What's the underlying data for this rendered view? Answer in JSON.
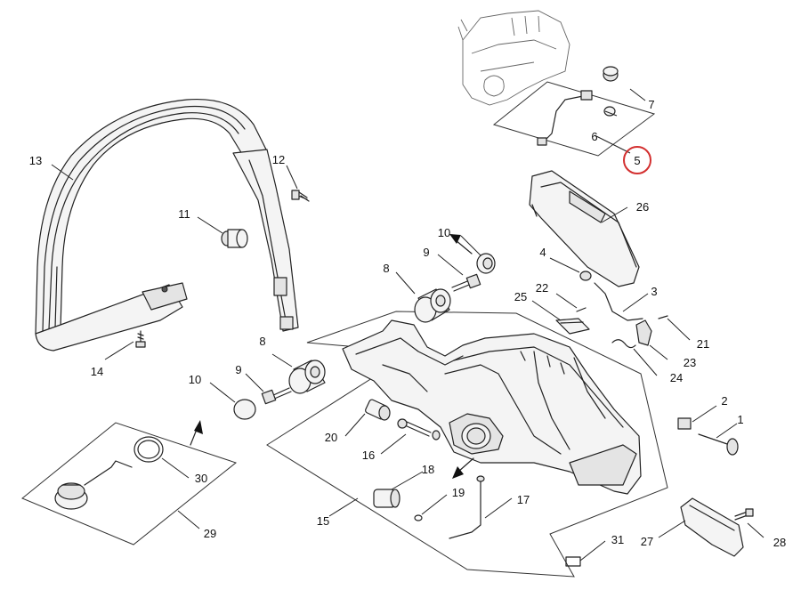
{
  "callouts": [
    {
      "id": "c1",
      "label": "1"
    },
    {
      "id": "c2",
      "label": "2"
    },
    {
      "id": "c3",
      "label": "3"
    },
    {
      "id": "c4",
      "label": "4"
    },
    {
      "id": "c5",
      "label": "5",
      "highlighted": true
    },
    {
      "id": "c6",
      "label": "6"
    },
    {
      "id": "c7",
      "label": "7"
    },
    {
      "id": "c8a",
      "label": "8"
    },
    {
      "id": "c8b",
      "label": "8"
    },
    {
      "id": "c9a",
      "label": "9"
    },
    {
      "id": "c9b",
      "label": "9"
    },
    {
      "id": "c10a",
      "label": "10"
    },
    {
      "id": "c10b",
      "label": "10"
    },
    {
      "id": "c11",
      "label": "11"
    },
    {
      "id": "c12",
      "label": "12"
    },
    {
      "id": "c13",
      "label": "13"
    },
    {
      "id": "c14",
      "label": "14"
    },
    {
      "id": "c15",
      "label": "15"
    },
    {
      "id": "c16",
      "label": "16"
    },
    {
      "id": "c17",
      "label": "17"
    },
    {
      "id": "c18",
      "label": "18"
    },
    {
      "id": "c19",
      "label": "19"
    },
    {
      "id": "c20",
      "label": "20"
    },
    {
      "id": "c21",
      "label": "21"
    },
    {
      "id": "c22",
      "label": "22"
    },
    {
      "id": "c23",
      "label": "23"
    },
    {
      "id": "c24",
      "label": "24"
    },
    {
      "id": "c25",
      "label": "25"
    },
    {
      "id": "c26",
      "label": "26"
    },
    {
      "id": "c27",
      "label": "27"
    },
    {
      "id": "c28",
      "label": "28"
    },
    {
      "id": "c29",
      "label": "29"
    },
    {
      "id": "c30",
      "label": "30"
    },
    {
      "id": "c31",
      "label": "31"
    }
  ],
  "colors": {
    "line": "#222222",
    "highlight_circle": "#d32f2f",
    "background": "#ffffff"
  }
}
